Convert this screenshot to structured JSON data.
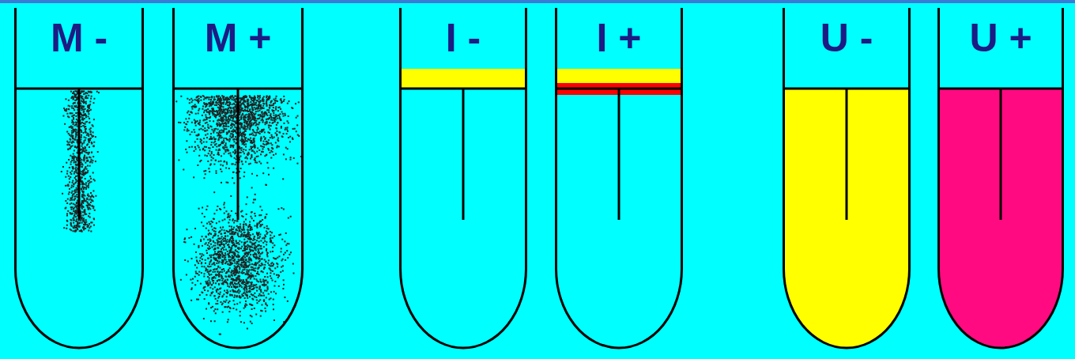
{
  "diagram": {
    "nodes": [
      {
        "text": [
          "M -"
        ]
      },
      {
        "text": [
          "M +"
        ]
      },
      {
        "text": [
          "I -"
        ]
      },
      {
        "text": [
          "I +"
        ]
      },
      {
        "text": [
          "U -"
        ]
      },
      {
        "text": [
          "U +"
        ]
      }
    ]
  }
}
